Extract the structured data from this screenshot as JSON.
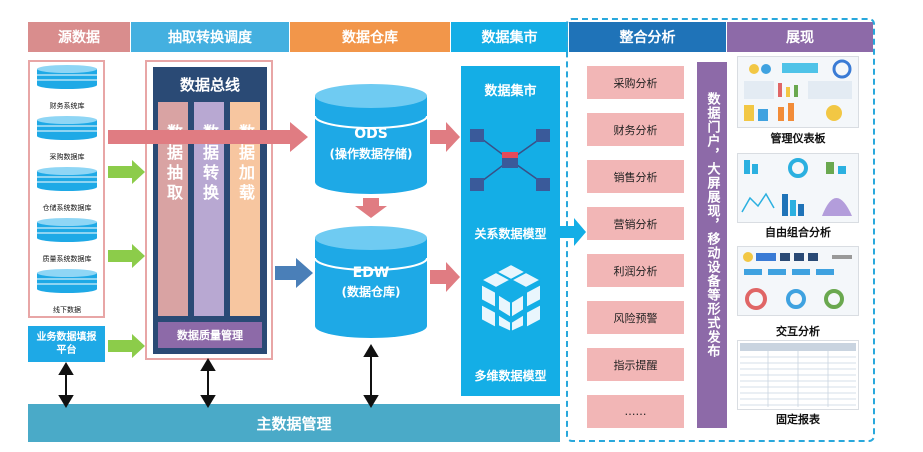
{
  "headers": {
    "source": "源数据",
    "etl": "抽取转换调度",
    "dw": "数据仓库",
    "mart": "数据集市",
    "analysis": "整合分析",
    "display": "展现"
  },
  "sources": [
    "财务系统库",
    "采购数据库",
    "仓储系统数据库",
    "质量系统数据库",
    "线下数据"
  ],
  "fill_platform": "业务数据填报平台",
  "bus": {
    "title": "数据总线",
    "extract": "数据抽取",
    "transform": "数据转换",
    "load": "数据加载",
    "quality": "数据质量管理"
  },
  "warehouse": {
    "ods_title": "ODS",
    "ods_sub": "(操作数据存储)",
    "edw_title": "EDW",
    "edw_sub": "(数据仓库)"
  },
  "mart": {
    "title": "数据集市",
    "relational": "关系数据模型",
    "multidim": "多维数据模型"
  },
  "analysis_items": [
    "采购分析",
    "财务分析",
    "销售分析",
    "营销分析",
    "利润分析",
    "风险预警",
    "指示提醒",
    "……"
  ],
  "portal": "数据门户，大屏展现，移动设备等形式发布",
  "display_items": [
    "管理仪表板",
    "自由组合分析",
    "交互分析",
    "固定报表"
  ],
  "master_data": "主数据管理",
  "colors": {
    "source": "#d98d8d",
    "etl": "#44b0e0",
    "dw": "#f2964a",
    "mart": "#14aee6",
    "analysis": "#1f73b8",
    "display": "#8d6aa8",
    "pink_arrow": "#e07c82",
    "green_arrow": "#8ccc4a",
    "blue_arrow": "#4a7fb8"
  }
}
